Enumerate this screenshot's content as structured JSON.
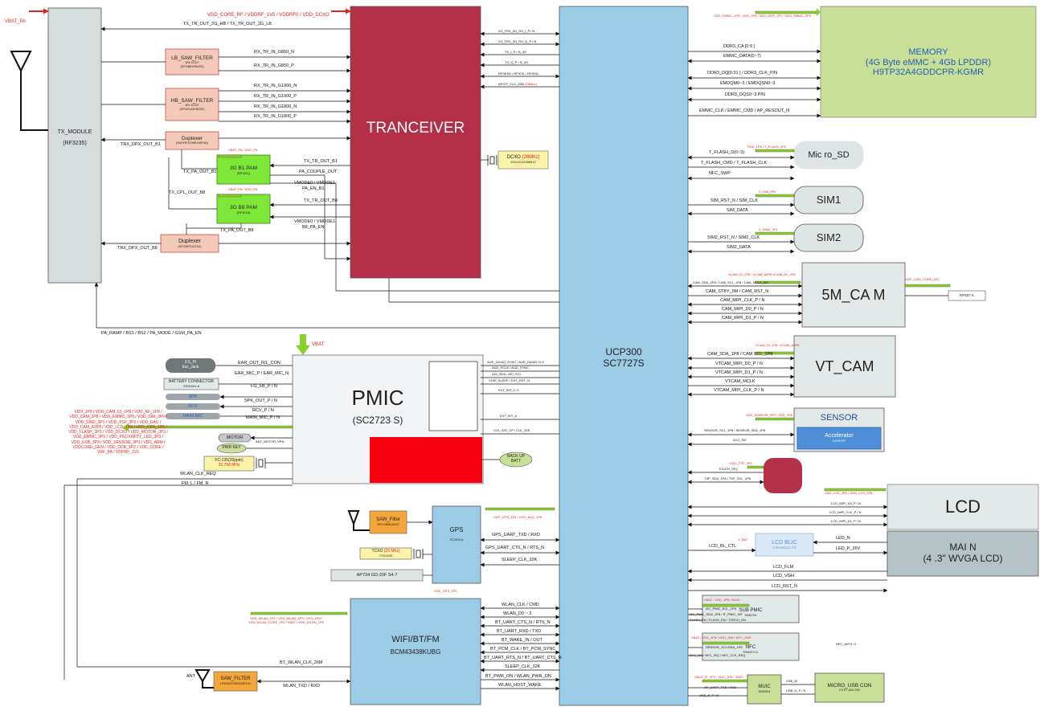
{
  "colors": {
    "transceiver": "#b42f48",
    "ucp": "#9ccbe6",
    "memory": "#c9df97",
    "pam": "#7ee838",
    "filter": "#f5c9b8",
    "supply": "#e0241b",
    "ldo_bar": "#8ad02c"
  },
  "icons": [
    "antenna-icon",
    "crystal-icon",
    "green-arrow-icon"
  ],
  "tx_module": {
    "title": "TX_MODULE",
    "part": "(RF3235)",
    "vbat": "VBAT_PA"
  },
  "filters": {
    "lb": {
      "title": "LB_SAW_FILTER",
      "sub": "1IN 2OUT",
      "part": "(SFH881PA002)"
    },
    "hb": {
      "title": "HB_SAW_FILTER",
      "sub": "1IN 4OUT",
      "part": "(SFWG42KB002)"
    },
    "dup1": {
      "title": "Duplexer",
      "part": "(SAYRF1G95HJ0F0A)"
    },
    "dup8": {
      "title": "Duplexer",
      "part": "(SFX897UZ102)"
    }
  },
  "pam": {
    "b1": {
      "title": "3G B1 PAM",
      "part": "(RF3011)",
      "supply": "VBAT_PA / VDD_PA"
    },
    "b8": {
      "title": "3G B8 PAM",
      "part": "(RF3016)",
      "supply": "VBAT_PA / VDD_PA"
    }
  },
  "transceiver": {
    "title": "TRANCEIVER",
    "supply": "VDD_CORE_RF / VDDRF_1V5 / VDDRF0 / VDD_DCXO"
  },
  "dcxo": {
    "title": "DCXO",
    "freq": "(26Mhz)",
    "part": "DSX221G26MHZ"
  },
  "ucp": {
    "title": "UCP300",
    "part": "SC7727S"
  },
  "memory": {
    "title": "MEMORY",
    "desc": "(4G Byte eMMC + 4Gb LPDDR)",
    "part": "H9TP32A4GDDCPR-KGMR",
    "supply": "VDD_EMMC_1P8 / VDD_1P8 / VDD_DDR_1P2 / VDD_EMMC_3P0"
  },
  "micro_sd": {
    "title": "Mic ro_SD",
    "supply": "VDD_1P8 / T_FLASH_3P0"
  },
  "sim1": {
    "title": "SIM1",
    "supply": "V_SIM_3P0"
  },
  "sim2": {
    "title": "SIM2",
    "supply": "V_SIM2_3P1"
  },
  "cam5m": {
    "title": "5M_CA M",
    "supply": "VCAM_IO_1P8 / VCAM_A2P8 VCAM_AF_2P8",
    "core": "VDD_CAM_CORE_1P2",
    "part": "RP507 K"
  },
  "vtcam": {
    "title": "VT_CAM",
    "supply": "VCAM_IO_1P8 / VCAM_A2P8"
  },
  "sensor": {
    "title": "SENSOR",
    "inner": "Accelerator",
    "part": "K2HH7R",
    "supply": "VDD_SENSOR_3P0 / VDD_1P8"
  },
  "touch": {
    "supply": "VDD_TSP_3P0"
  },
  "lcd": {
    "title": "LCD",
    "supply": "VDD_LCD_3P0 / VDD_LCD_1P8"
  },
  "main_lcd": {
    "title": "MAI N",
    "desc": "(4 .3\" WVGA LCD)"
  },
  "lcd_blic": {
    "title": "LCD BLIC",
    "part": "KTD2801CD-TR",
    "vbat": "V_BAT"
  },
  "sub_pmic": {
    "title": "SUB PMIC",
    "part": "SM5704",
    "supply": "VBAT / VDD_1P8 / MUIC"
  },
  "nfc": {
    "title": "NFC",
    "part": "PN66T/C2",
    "supply": "VBAT / VDD_1P8 / VDD_SIM / NFC_VDD",
    "side": "NFC_ANT1~2"
  },
  "muic": {
    "title": "MUIC",
    "part": "SM5504",
    "supply": "VBUS_IF_3P0 / VDD_1P8 / VBAT"
  },
  "usb": {
    "title": "MICRO_USB CON",
    "part": "HY07-AB1790"
  },
  "pmic": {
    "title": "PMIC",
    "part": "(SC2723 S)",
    "vbat": "VBAT",
    "supply_list": "VDD_1P8 / VDD_CAM_IO_1P8 / VDD_RF_1P8 / VDD_CAM_2P8 / VDD_EMMC_1P8 / VDD_SIM_3P0 / VDD_SIM2_3P1 / VDD_TSP_3P0 / VDD_DAC / VDD_CAM_A2P8 / VDD_LCD_1P8 / VDD_GPS_1P8 / VDD_FLASH_3P0 / VDD_DCXO / VDD_MOTOR_3P3 / VDD_EMMC_3P0 / VDD_PROXIMITY_LED_3P3 / VDD_USB_3P3 / VDD_SENSOR_3P0 / VDD_ARM / VDDCORE_GEN / VDD_DDR_1P2 / VDD_CORE / VRF_PA / VDDRF_1V5"
  },
  "pmic_side": {
    "ear_jack": "3.5_Pi",
    "ear_jack2": "Ear_Jack",
    "battery": "BATTERY CONNECTOR",
    "battery_part": "SS00001-8",
    "spk": "SPK",
    "rcv": "RCV",
    "main_mic": "MAIN MIC",
    "motor": "MOTOR",
    "pwr_key": "PWR KEY",
    "fc135": "FC-135(20ppm)",
    "fc135_freq": "32.768 MHz",
    "backup": "BACK UP",
    "backup2": "BATT"
  },
  "gps": {
    "title": "GPS",
    "part": "SC2621A",
    "supply": "VDD_GPS_1P8 / VDD_AUX_1P8",
    "ap": "AP734 GD-33F S4-7",
    "saw": "SAW_Filter",
    "saw_part": "SFH1B8DA002",
    "tcxo": "TCXO",
    "tcxo_freq": "(26 Mhz)",
    "tcxo_part": "TSX3225",
    "vdd": "VDD_GPS_3P3"
  },
  "wifi": {
    "title": "WIFI/BT/FM",
    "part": "BCM43438KUBG",
    "supply": "VDD_WLAN_1P2 / VDD_WLAN_3P3 / VDD_1P8 / VDD_WLAN_CORE_1P2 / VBAT / VDD_WLAN_1P5",
    "ant": "ANT",
    "saw": "SAW_FILTER",
    "saw_part": "LFB182G45SG5E241"
  },
  "signals": {
    "tx_tr": "TX_TR_OUT_2G_HB / TX_TR_OUT_2G_LB",
    "rx850n": "RX_TR_IN_G850_N",
    "rx850p": "RX_TR_IN_G850_P",
    "rx1900n": "RX_TR_IN_G1900_N",
    "rx1900p": "RX_TR_IN_G1900_P",
    "rx1800n": "RX_TR_IN_G1800_N",
    "rx1800p": "RX_TR_IN_G1800_P",
    "trx_b1": "TRX_DPX_OUT_B1",
    "trx_b8": "TRX_DPX_OUT_B8",
    "tx_pa_b1": "TX_PA_OUT_B1",
    "tx_pa_b8": "TX_PA_OUT_B8",
    "tx_cpl": "TX_CPL_OUT_B8",
    "tx_tr_b1": "TX_TR_OUT_B1",
    "tx_tr_b8": "TX_TR_OUT_B8",
    "pa_coup": "PA_COUPLE_OUT",
    "vmode1": "VMODE0 / VMODE1",
    "pa_en_b1": "PA_EN_B1",
    "vmode2": "VMODE0 / VMODE1",
    "pa_en_b8": "B8_PA_EN",
    "pa_ramp": "PA_RAMP / BS1 / BS2 / PA_MODE / GSM_PA_EN",
    "t1": "2G_TRX_3G_RX_I_P / N",
    "t2": "2G_TRX_3G_RX_Q_P / N",
    "t3": "TX_I_P / N_3G",
    "t4": "TX_Q_P / N_3G",
    "t5": "RFSEN0 / RFSCK / RFSDA",
    "t6": "AP/CP_CLK_26M",
    "t6r": "(26Mhz)",
    "m1": "DDR3_CA [0:9 ]",
    "m2": "EMMC_DATA(0~7)",
    "m3": "DDR3_DQ[0:31 ] / DDR3_CLK_P/N",
    "m4": "EMDQM0~3 / EMDQSN0~3",
    "m5": "DDR3_DQS0~3 P/N",
    "m6": "EMMC_CLK / EMMC_CMD / AP_RESOUT_N",
    "sd1": "T_FLASH_D(0~3)",
    "sd2": "T_FLASH_CMD / T_FLASH_CLK",
    "sd3": "NFC_SWP",
    "s1a": "SIM_RST_N / SIM_CLK",
    "s1b": "SIM_DATA",
    "s2a": "SIM2_RST_N / SIM2_CLK",
    "s2b": "SIM2_DATA",
    "c1": "CAM_SDA_1P8 / CAM_SCL_1P8 / CAM_MCLK_5M",
    "c2": "CAM_STBY_5M / CAM_RST_N",
    "c3": "CAM_MIPI_CLK_P / N",
    "c4": "CAM_MIPI_D0_P / N",
    "c5": "CAM_MIPI_D1_P / N",
    "v1": "CAM_SDA_1P8 / CAM SCL_1P8",
    "v2": "VTCAM_MIPI_D0_P / N",
    "v3": "VTCAM_MIPI_D1_P / N",
    "v4": "VTCAM_MCLK",
    "v5": "VTCAM_MIPI_CLK_P / N",
    "se1": "SENSOR_SCL_1P8 / SENSOR_SDA_1P8",
    "se2": "ACC_INT",
    "tp1": "TOUCH_IRQ",
    "tp2": "TSP_SDA_1P8 / TSP_SCL_1P8",
    "l1": "LCD_MIPI_D0_P / N",
    "l2": "LCD_MIPI_CLK_P / N",
    "l3": "LCD_MIPI_D1_P / N",
    "l4": "LCD_BL_CTL",
    "l5": "LED_N",
    "l6": "LED_P_26V",
    "l7": "LCD_FLM",
    "l8": "LCD_VGH",
    "l9": "LCD_RST_N",
    "p1": "EAR_OUT_R/L_CON",
    "p2": "EAR_MIC_P / EAR_MIC_N",
    "p3": "FG_FB_P / N",
    "p4": "SPK_OUT_P / N",
    "p5": "RCV_P / N",
    "p6": "MAIN_MIC_P / N",
    "p7": "ANT_MOTOR_VPN",
    "pu1": "AUD_DA/AD_SYNC / AUD_DA/AD CLK",
    "pu2": "AUD_SCLK / AUD_SYNC",
    "pu3": "ADI_SDA / ADI_SCL",
    "pu4": "CHIP_SLEEP / EXT_RST_N",
    "pu5": "EXT_INT_0~3",
    "pu6": "EXT_INT_6",
    "pu7": "CLK_32K_CP / CLK_32K",
    "g1": "GPS_UART_TXD / RXD",
    "g2": "GPS_UART_CTS_N / RTS_N",
    "g3": "SLEEP_CLK_32K",
    "wlan_clk": "WLAN_CLK_REQ",
    "fm": "FM_L / FM_R",
    "w1": "WLAN_CLK / CMD",
    "w2": "WLAN_D0 ~ 3",
    "w3": "BT_UART_CTS_N / RTS_N",
    "w4": "BT_UART_RXD / TXD",
    "w5": "BT_WAKE_IN / OUT",
    "w6": "BT_PCM_CLK / BT_PCM_SYNC",
    "w7": "BT_UART_RTS_N / BT_UART_CTS_N",
    "w8": "SLEEP_CLK_32K",
    "w9": "BT_PWR_ON / WLAN_PWR_ON",
    "w10": "WLAN_HOST_WAKE",
    "bt26": "BT_WLAN_CLK_26M",
    "wtx": "WLAN_TXD / RXD",
    "sp1": "I2C_PMIC_SCL_1P8",
    "sp2": "I2C_PMIC_SDA_1P8 / IF_PMIC_INT",
    "sp3": "FLASH_EN / FLASH_EN / TORCH_EN",
    "n1": "SENSOR_SCL/SDA_1P8",
    "n2": "NFC_EN / NFC_IRQ / NFC_CLK_REQ",
    "mu1": "AP_UART_TXD / RXD",
    "mu2": "USB_D_P / N",
    "mu3": "USB_ID",
    "mu4": "USB_D_P / N"
  }
}
